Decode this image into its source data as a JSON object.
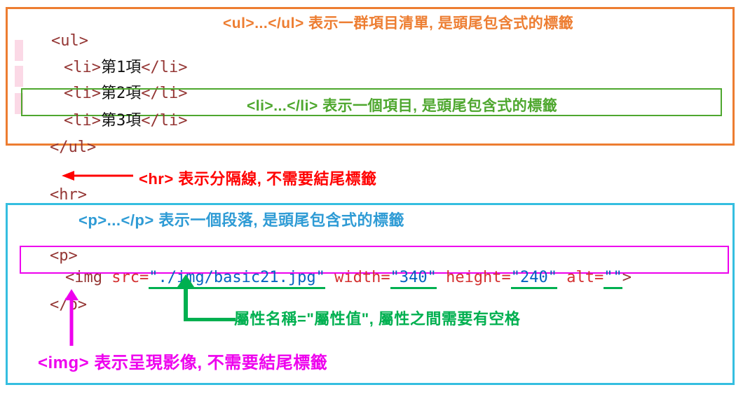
{
  "top_box": {
    "ul_open": "<ul>",
    "annotation": "<ul>...</ul> 表示一群項目清單, 是頭尾包含式的標籤",
    "items": [
      {
        "open": "<li>",
        "text": "第1項",
        "close": "</li>"
      },
      {
        "open": "<li>",
        "text": "第2項",
        "close": "</li>"
      },
      {
        "open": "<li>",
        "text": "第3項",
        "close": "</li>"
      }
    ],
    "li_annotation": "<li>...</li> 表示一個項目, 是頭尾包含式的標籤",
    "ul_close": "</ul>"
  },
  "hr_section": {
    "code": "<hr>",
    "annotation": "<hr> 表示分隔線, 不需要結尾標籤"
  },
  "bottom_box": {
    "p_annotation": "<p>...</p> 表示一個段落, 是頭尾包含式的標籤",
    "p_open": "<p>",
    "img_line": {
      "t_open": "<img ",
      "a_src": "src=",
      "v_src": "\"./img/basic21.jpg\"",
      "a_width": " width=",
      "v_width": "\"340\"",
      "a_height": " height=",
      "v_height": "\"240\"",
      "a_alt": " alt=",
      "v_alt": "\"\"",
      "t_close": ">"
    },
    "p_close": "</p>",
    "attr_annotation": "屬性名稱=\"屬性值\", 屬性之間需要有空格",
    "img_annotation": "<img> 表示呈現影像, 不需要結尾標籤"
  },
  "colors": {
    "orange": "#ED7D31",
    "green_box": "#4EA72E",
    "bright_green": "#00B050",
    "red": "#FF0000",
    "cyan": "#35BEE0",
    "blue": "#2E9BD5",
    "magenta": "#EE00EE",
    "tag": "#943634",
    "attr_name": "#D43131",
    "attr_value": "#0563C1"
  }
}
